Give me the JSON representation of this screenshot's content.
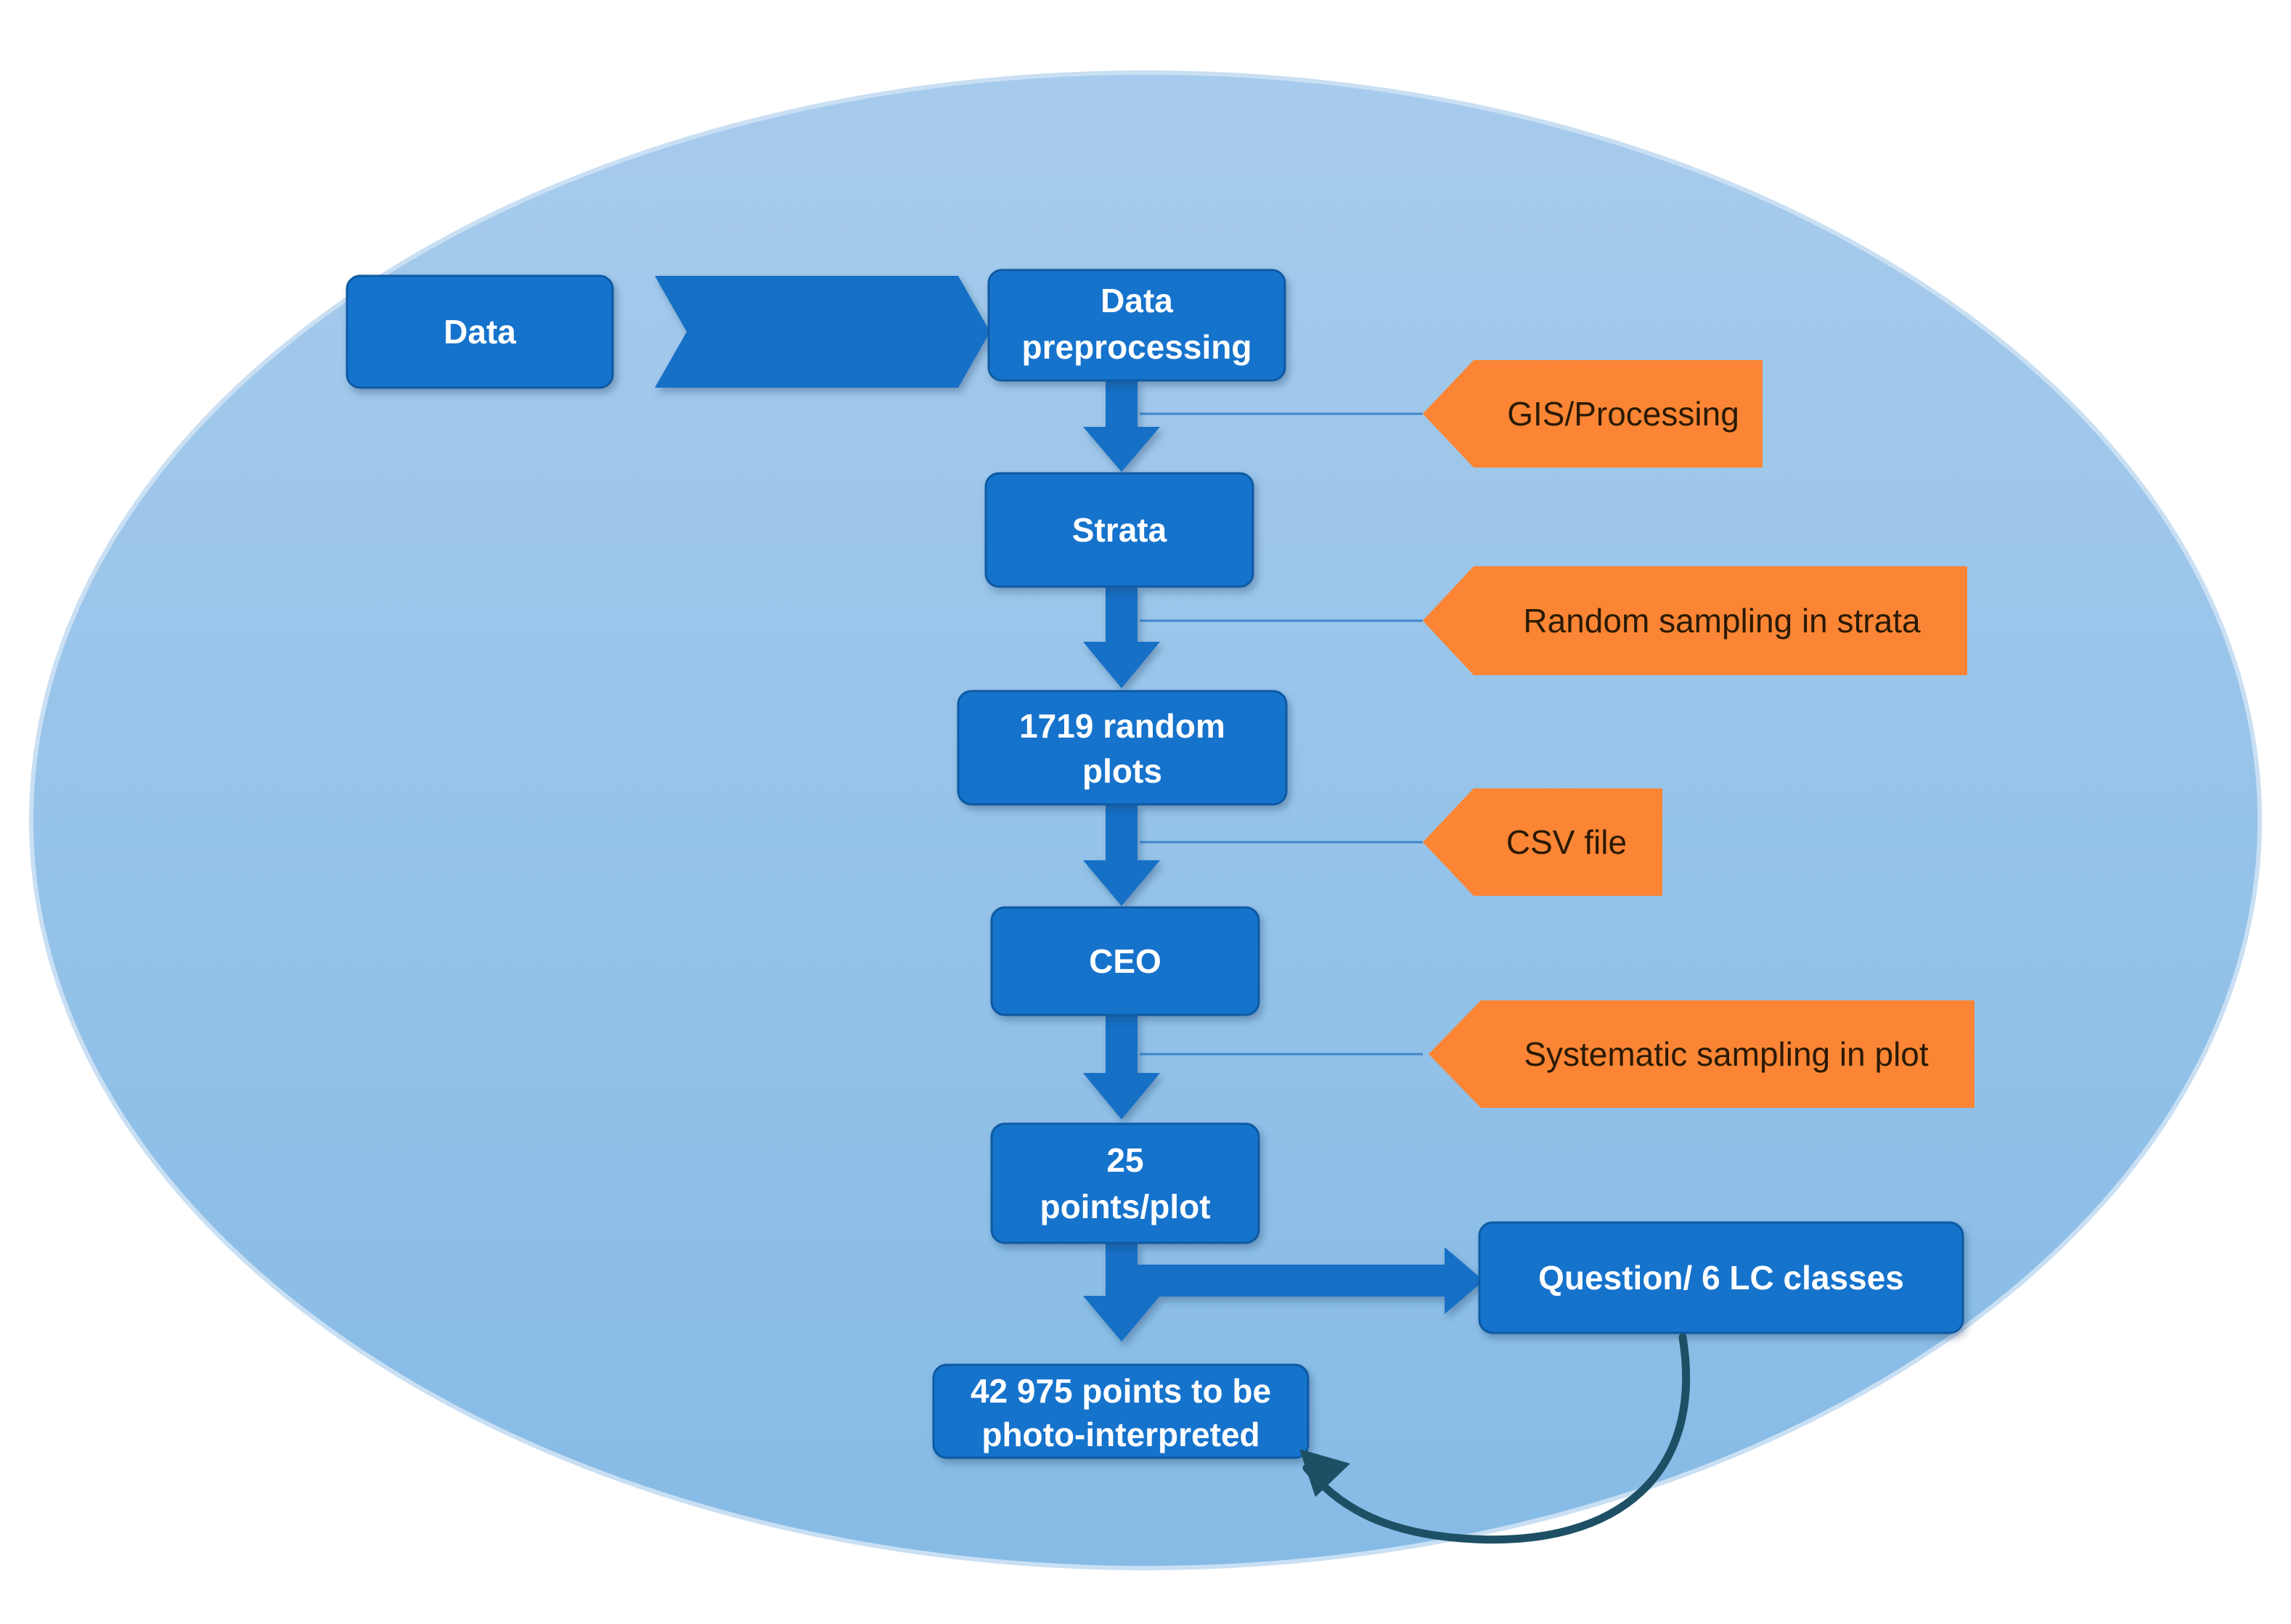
{
  "colors": {
    "background": "#ffffff",
    "ellipse_top": "#a7cbec",
    "ellipse_bottom": "#86bbe6",
    "ellipse_edge": "#c9dff3",
    "box_fill": "#1473cc",
    "box_stroke": "#0d5aa3",
    "arrow_fill": "#1570c6",
    "tag_fill": "#fb8534",
    "connector": "#3f86cc",
    "loop_arrow": "#1d5064"
  },
  "nodes": {
    "data": "Data",
    "preprocessing": [
      "Data",
      "preprocessing"
    ],
    "strata": "Strata",
    "random_plots": [
      "1719 random",
      "plots"
    ],
    "ceo": "CEO",
    "points_per_plot": [
      "25",
      "points/plot"
    ],
    "points_total": [
      "42 975 points to be",
      "photo-interpreted"
    ],
    "question": "Question/ 6 LC classes"
  },
  "tags": {
    "gis": "GIS/Processing",
    "random_sampling": "Random sampling in strata",
    "csv": "CSV file",
    "systematic_sampling": "Systematic sampling in plot"
  }
}
